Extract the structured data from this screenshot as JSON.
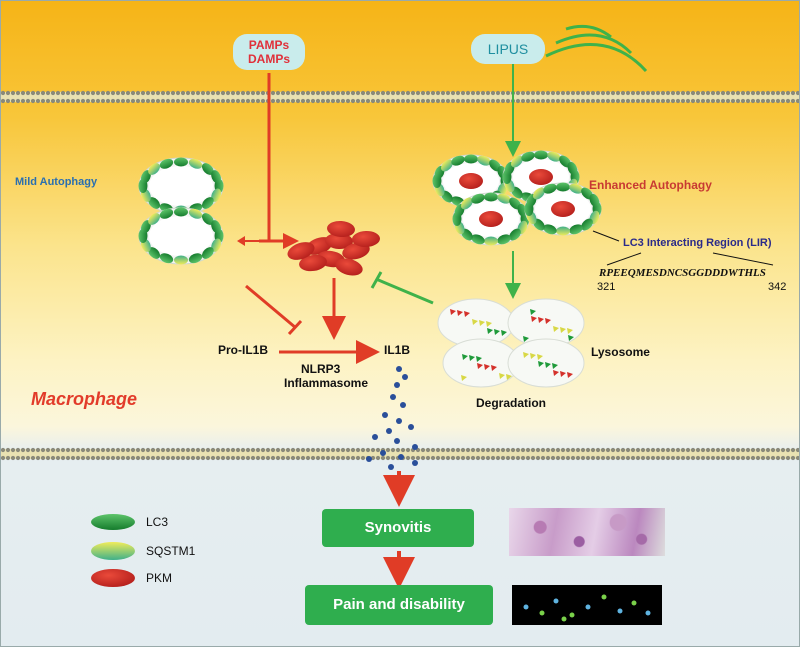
{
  "signals": {
    "pamps_damps": "PAMPs\nDAMPs",
    "lipus": "LIPUS"
  },
  "labels": {
    "mild_autophagy": "Mild Autophagy",
    "enhanced_autophagy": "Enhanced Autophagy",
    "lir": "LC3 Interacting Region (LIR)",
    "lir_sequence": "RPEEQMESDNCSGGDDDWTHLS",
    "lir_start": "321",
    "lir_end": "342",
    "pro_il1b": "Pro-IL1B",
    "il1b": "IL1B",
    "nlrp3": "NLRP3",
    "inflammasome": "Inflammasome",
    "lysosome": "Lysosome",
    "degradation": "Degradation",
    "macrophage": "Macrophage"
  },
  "outcomes": {
    "synovitis": "Synovitis",
    "pain": "Pain and disability"
  },
  "legend": [
    {
      "label": "LC3",
      "color": "#1f9a3a"
    },
    {
      "label": "SQSTM1",
      "color": "#e8e44a"
    },
    {
      "label": "PKM",
      "color": "#d4312b"
    }
  ],
  "colors": {
    "activation_red": "#e03c26",
    "lipus_green": "#3fb24a",
    "macrophage_red": "#e23b2a",
    "title_blue": "#2a6fb0",
    "enhanced_red": "#c83a32",
    "lir_navy": "#2a2a8a"
  }
}
